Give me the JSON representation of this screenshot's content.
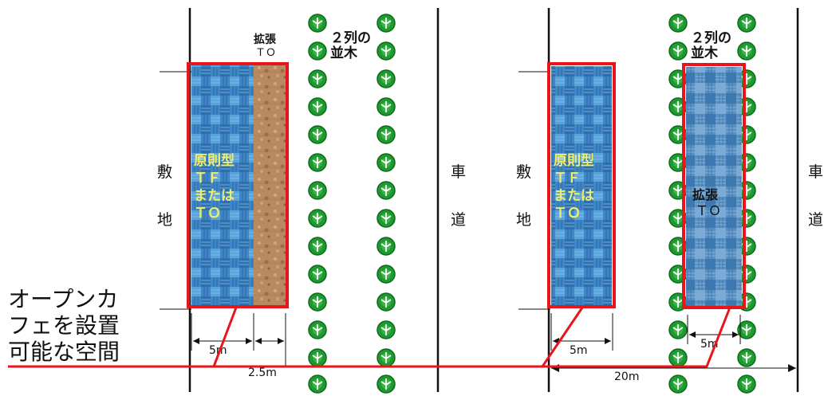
{
  "labels": {
    "site_char1": "敷",
    "site_char2": "地",
    "road_char1": "車",
    "road_char2": "道",
    "two_row_trees_line1": "２列の",
    "two_row_trees_line2": "並木",
    "expansion_to_line1": "拡張",
    "expansion_to_line2": "ＴＯ",
    "principle_line1": "原則型",
    "principle_line2": "ＴＦ",
    "principle_line3": "または",
    "principle_line4": "ＴＯ",
    "open_cafe_line1": "オープンカ",
    "open_cafe_line2": "フェを設置",
    "open_cafe_line3": "可能な空間",
    "dim_5m": "5m",
    "dim_2_5m": "2.5m",
    "dim_20m": "20m"
  },
  "colors": {
    "highlight_red": "#e8161b",
    "tree_green": "#1e9a2f",
    "tree_dark": "#0c6a1c",
    "tile_blue": "#3d86c8",
    "tile_brown": "#b98a62",
    "line_black": "#111111"
  },
  "icons": {
    "tree": "tree-icon"
  }
}
